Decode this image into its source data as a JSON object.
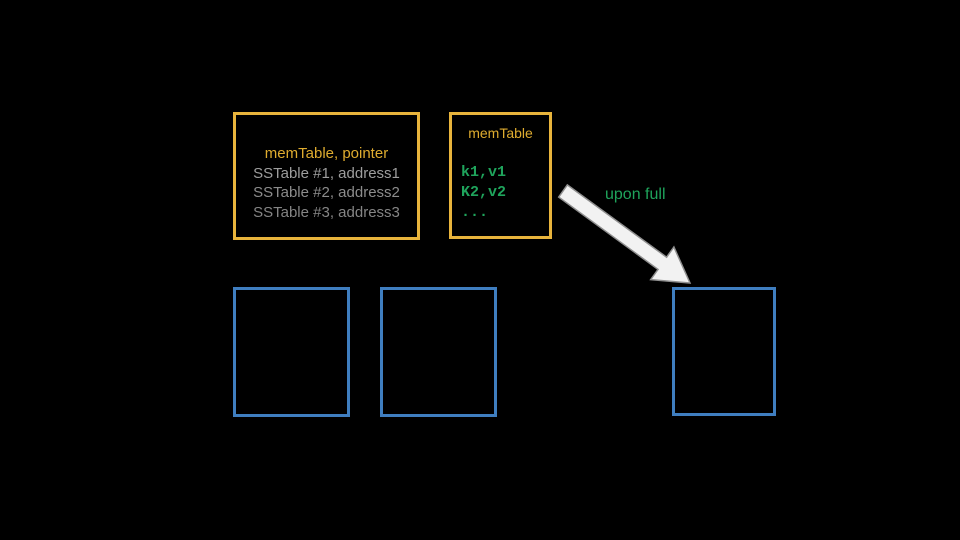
{
  "slide": {
    "background_color": "#000000",
    "index_box": {
      "title": "memTable, pointer",
      "rows": [
        "SSTable #1, address1",
        "SSTable #2, address2",
        "SSTable #3, address3"
      ]
    },
    "memtable_box": {
      "title": "memTable",
      "entries": [
        "k1,v1",
        "K2,v2",
        "..."
      ]
    },
    "arrow": {
      "label": "upon full"
    },
    "colors": {
      "gold": "#E8B43C",
      "blue": "#3F7EC0",
      "green": "#1FA45C",
      "gray_row_1": "#9E9E9E",
      "gray_row_2": "#8C8C8C",
      "gray_row_3": "#858585",
      "arrow_fill": "#F2F2F2",
      "arrow_stroke": "#8F8F8F"
    }
  }
}
